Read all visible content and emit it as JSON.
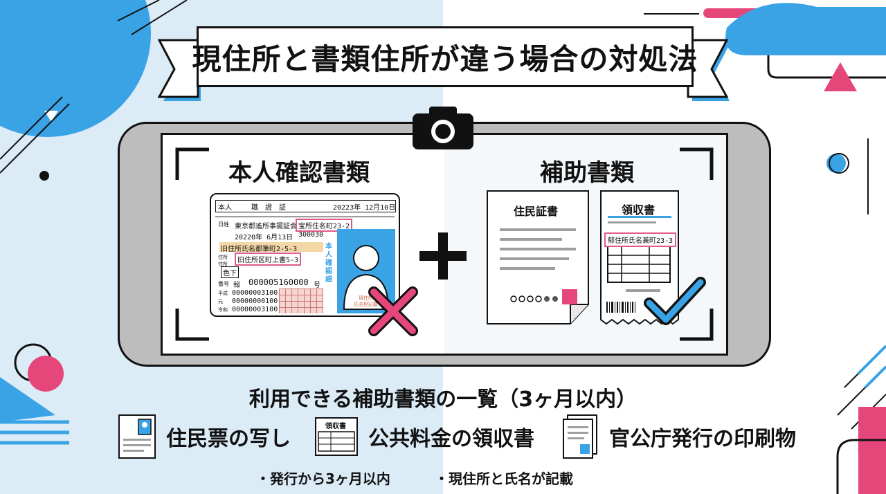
{
  "banner": {
    "title": "現住所と書類住所が違う場合の対処法"
  },
  "sections": {
    "left_title": "本人確認書類",
    "right_title": "補助書類"
  },
  "id_card": {
    "header_left": "本人",
    "header_center": "職　證　証",
    "header_date": "20223年 12月10日",
    "label_name": "日姓",
    "address_main": "東京都遙所事擺証会",
    "address_pink": "宝所住名町23-2",
    "date_line": "20220年 6月13日",
    "code": "300030",
    "old_address": "旧住所氏名都筆町2-5-3",
    "label_addr": "住所\n住所",
    "old_address2": "旧住所区町上書5-3",
    "badge": "色下",
    "label_num": "番号",
    "number_prefix": "報",
    "number": "000005160000",
    "number_suffix": "号",
    "rows": [
      {
        "label": "平成",
        "value": "00000003100"
      },
      {
        "label": "元",
        "value": "00000000100"
      },
      {
        "label": "令和",
        "value": "00000003100"
      }
    ],
    "vertical_label": "本人確認細",
    "photo_caption": "現住所\n氏名相記載"
  },
  "resident_doc": {
    "title": "住民証書"
  },
  "receipt_doc": {
    "title": "領収書",
    "pink_label": "郁住所氏名兼町23-3"
  },
  "list": {
    "title": "利用できる補助書類の一覧（3ヶ月以内）",
    "items": [
      {
        "label": "住民票の写し",
        "icon": "resident-card-icon"
      },
      {
        "label": "公共料金の領収書",
        "icon": "receipt-icon",
        "icon_text": "領収書"
      },
      {
        "label": "官公庁発行の印刷物",
        "icon": "printed-document-icon"
      }
    ],
    "notes": [
      "・発行から3ヶ月以内",
      "・現住所と氏名が記載"
    ]
  },
  "colors": {
    "accent_blue": "#3aa3e6",
    "accent_pink": "#e6477a",
    "dark": "#111111"
  }
}
